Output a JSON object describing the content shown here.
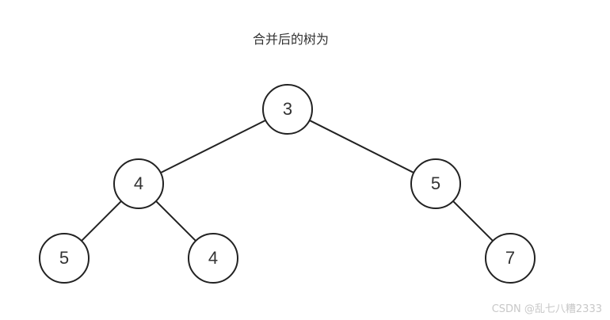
{
  "title": "合并后的树为",
  "tree": {
    "nodes": [
      {
        "id": "root",
        "value": "3"
      },
      {
        "id": "left",
        "value": "4"
      },
      {
        "id": "right",
        "value": "5"
      },
      {
        "id": "left-left",
        "value": "5"
      },
      {
        "id": "left-right",
        "value": "4"
      },
      {
        "id": "right-right",
        "value": "7"
      }
    ],
    "edges": [
      [
        "root",
        "left"
      ],
      [
        "root",
        "right"
      ],
      [
        "left",
        "left-left"
      ],
      [
        "left",
        "left-right"
      ],
      [
        "right",
        "right-right"
      ]
    ]
  },
  "watermark": "CSDN @乱七八糟2333"
}
